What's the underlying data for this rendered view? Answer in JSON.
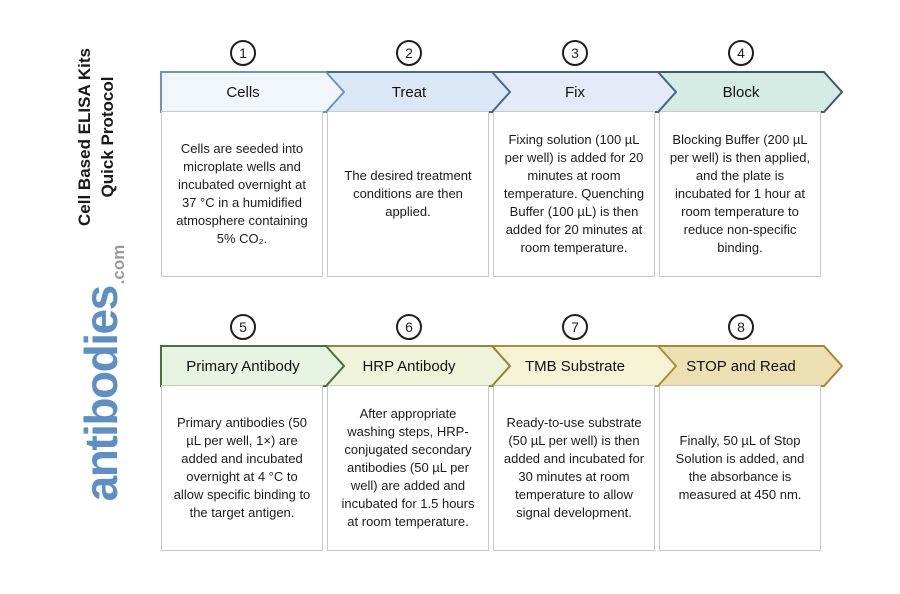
{
  "sidebar": {
    "title_line1": "Cell Based ELISA Kits",
    "title_line2": "Quick Protocol",
    "title_color": "#1a1a1a",
    "logo_main": "antibodies",
    "logo_suffix": ".com",
    "logo_color": "#5d8fc5",
    "logo_suffix_color": "#9b9b9b"
  },
  "steps": [
    {
      "number": "1",
      "label": "Cells",
      "fill": "#f1f6fb",
      "border": "#6e94b8",
      "description": "Cells are seeded into microplate wells and incubated overnight at 37 °C in a humidified atmosphere containing 5% CO₂."
    },
    {
      "number": "2",
      "label": "Treat",
      "fill": "#dbe6f6",
      "border": "#47688f",
      "description": "The desired treatment conditions are then applied."
    },
    {
      "number": "3",
      "label": "Fix",
      "fill": "#e5eaf8",
      "border": "#41628c",
      "description": "Fixing solution (100 µL per well) is added for 20 minutes at room temperature. Quenching Buffer (100 µL) is then added for 20 minutes at room temperature."
    },
    {
      "number": "4",
      "label": "Block",
      "fill": "#d5ece5",
      "border": "#3a5c62",
      "description": "Blocking Buffer (200 µL per well) is then applied, and the plate is incubated for 1 hour at room temperature to reduce non-specific binding."
    },
    {
      "number": "5",
      "label": "Primary Antibody",
      "fill": "#e8f4e2",
      "border": "#46703c",
      "description": "Primary antibodies (50 µL per well, 1×) are added and incubated overnight at 4 °C to allow specific binding to the target antigen."
    },
    {
      "number": "6",
      "label": "HRP Antibody",
      "fill": "#eef3da",
      "border": "#8f863b",
      "description": "After appropriate washing steps, HRP-conjugated secondary antibodies (50 µL per well) are added and incubated for 1.5 hours at room temperature."
    },
    {
      "number": "7",
      "label": "TMB Substrate",
      "fill": "#f6f2d4",
      "border": "#ab8f3d",
      "description": "Ready-to-use substrate (50 µL per well) is then added and incubated for 30 minutes at room temperature to allow signal development."
    },
    {
      "number": "8",
      "label": "STOP and Read",
      "fill": "#ecdfb2",
      "border": "#a8872e",
      "description": "Finally, 50 µL of Stop Solution is added, and the absorbance is measured at 450 nm."
    }
  ]
}
